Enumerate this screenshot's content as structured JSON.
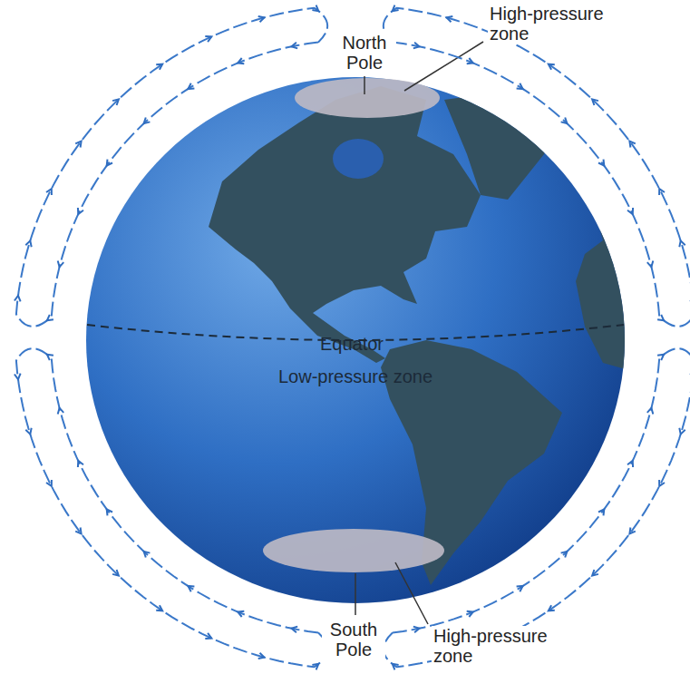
{
  "diagram": {
    "labels": [
      "North Pole",
      "High-pressure zone",
      "Equator",
      "Low-pressure zone",
      "South Pole",
      "High-pressure zone"
    ]
  }
}
